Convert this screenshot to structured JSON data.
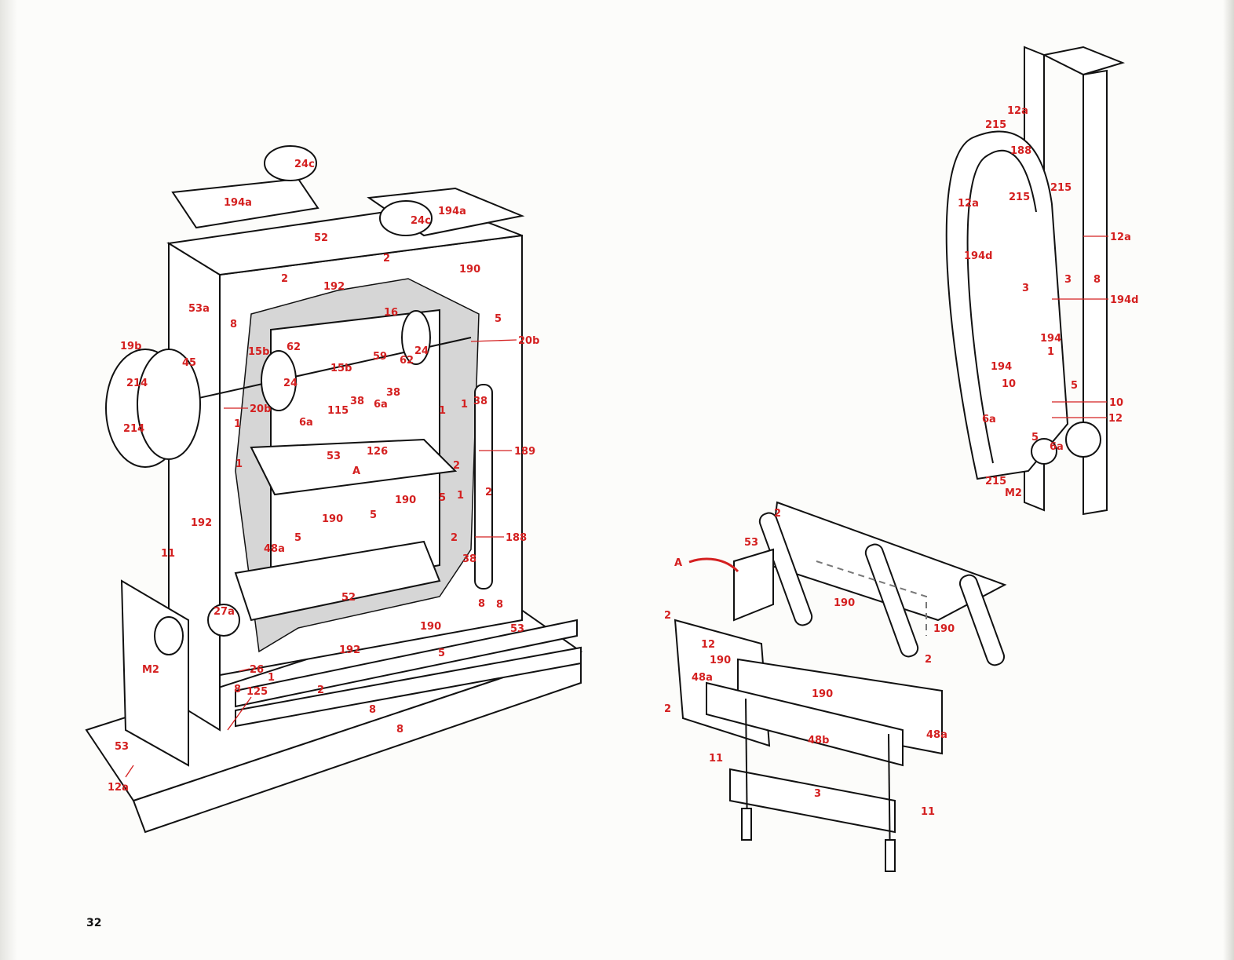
{
  "page_number": "32",
  "figure_main": {
    "labels": [
      "24c",
      "194a",
      "194a",
      "24c",
      "52",
      "2",
      "2",
      "192",
      "190",
      "53a",
      "8",
      "16",
      "5",
      "20b",
      "24",
      "62",
      "19b",
      "45",
      "15b",
      "15b",
      "59",
      "62",
      "214",
      "24",
      "38",
      "38",
      "6a",
      "115",
      "20b",
      "214",
      "1",
      "1",
      "1",
      "1",
      "38",
      "6a",
      "126",
      "53",
      "189",
      "A",
      "2",
      "5",
      "1",
      "2",
      "190",
      "190",
      "5",
      "5",
      "192",
      "2",
      "188",
      "48a",
      "38",
      "11",
      "52",
      "27a",
      "8",
      "8",
      "53",
      "190",
      "192",
      "5",
      "26",
      "M2",
      "1",
      "125",
      "8",
      "2",
      "8",
      "8",
      "53",
      "12a"
    ]
  },
  "figure_tower": {
    "labels": [
      "12a",
      "215",
      "188",
      "215",
      "215",
      "12a",
      "12a",
      "194d",
      "3",
      "3",
      "8",
      "194d",
      "194",
      "1",
      "194",
      "10",
      "5",
      "10",
      "6a",
      "12",
      "5",
      "6a",
      "215",
      "M2"
    ]
  },
  "figure_carriage": {
    "labels": [
      "2",
      "53",
      "A",
      "2",
      "190",
      "190",
      "12",
      "190",
      "2",
      "48a",
      "190",
      "2",
      "48b",
      "48a",
      "11",
      "3",
      "11"
    ]
  },
  "colors": {
    "label": "#d42020",
    "line": "#111111",
    "shading": "#d6d6d6"
  }
}
